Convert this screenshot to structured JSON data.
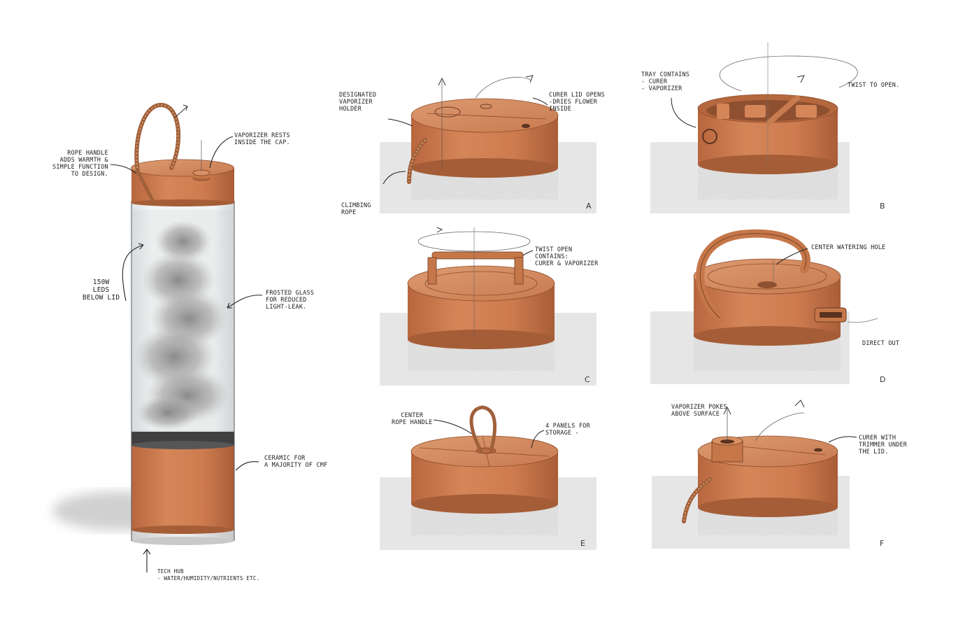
{
  "colors": {
    "terracotta": "#cd7d51",
    "terracotta_dark": "#a55d37",
    "terracotta_light": "#dd9a70",
    "glass": "#e9ecee",
    "shadow_panel": "#e4e4e4",
    "ink": "#2a2a2a"
  },
  "annotations": {
    "tall": {
      "rope_handle": [
        "Rope handle",
        "adds warmth &",
        "simple function",
        "to design."
      ],
      "vaporizer_rests": [
        "Vaporizer rests",
        "inside the cap."
      ],
      "leds": [
        "150W",
        "LEDs",
        "below lid"
      ],
      "frosted_glass": [
        "Frosted glass",
        "for reduced",
        "light-leak."
      ],
      "ceramic": [
        "Ceramic for",
        "a majority of CMF"
      ],
      "tech_hub": [
        "Tech hub",
        "- water/humidity/nutrients etc."
      ]
    },
    "A": {
      "designated": [
        "Designated",
        "vaporizer",
        "holder"
      ],
      "curer_lid": [
        "Curer lid opens",
        "-dries flower",
        "inside"
      ],
      "climbing": [
        "Climbing",
        "rope"
      ]
    },
    "B": {
      "tray": [
        "Tray contains",
        "- curer",
        "- vaporizer"
      ],
      "twist": [
        "Twist to open."
      ]
    },
    "C": {
      "twist_open": [
        "Twist open",
        "contains:",
        "curer & vaporizer"
      ]
    },
    "D": {
      "center_watering": [
        "Center watering hole"
      ],
      "direct_out": [
        "Direct out"
      ]
    },
    "E": {
      "center_rope": [
        "Center",
        "rope handle"
      ],
      "panels": [
        "4 panels for",
        "storage -"
      ]
    },
    "F": {
      "vaporizer_pokes": [
        "Vaporizer pokes",
        "above surface"
      ],
      "curer_trimmer": [
        "Curer with",
        "trimmer under",
        "the lid."
      ]
    }
  },
  "labels": {
    "A": "A",
    "B": "B",
    "C": "C",
    "D": "D",
    "E": "E",
    "F": "F"
  }
}
